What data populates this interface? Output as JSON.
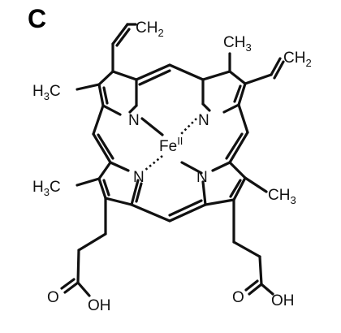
{
  "panel_label": "C",
  "labels": {
    "vinyl_top": {
      "main": "CH",
      "sub": "2"
    },
    "vinyl_right": {
      "main": "CH",
      "sub": "2"
    },
    "methyl_top_right": {
      "main": "CH",
      "sub": "3"
    },
    "methyl_left_upper": {
      "main": "H",
      "sub": "3",
      "tail": "C"
    },
    "methyl_left_lower": {
      "main": "H",
      "sub": "3",
      "tail": "C"
    },
    "methyl_right_lower": {
      "main": "CH",
      "sub": "3"
    },
    "n_top_left": "N",
    "n_top_right": "N",
    "n_bottom_left": "N",
    "n_bottom_right": "N",
    "iron": {
      "main": "Fe",
      "sup": "II"
    },
    "oxygen_left": "O",
    "hydroxyl_left": "OH",
    "oxygen_right": "O",
    "hydroxyl_right": "OH"
  },
  "colors": {
    "ink": "#111111",
    "background": "#ffffff"
  }
}
